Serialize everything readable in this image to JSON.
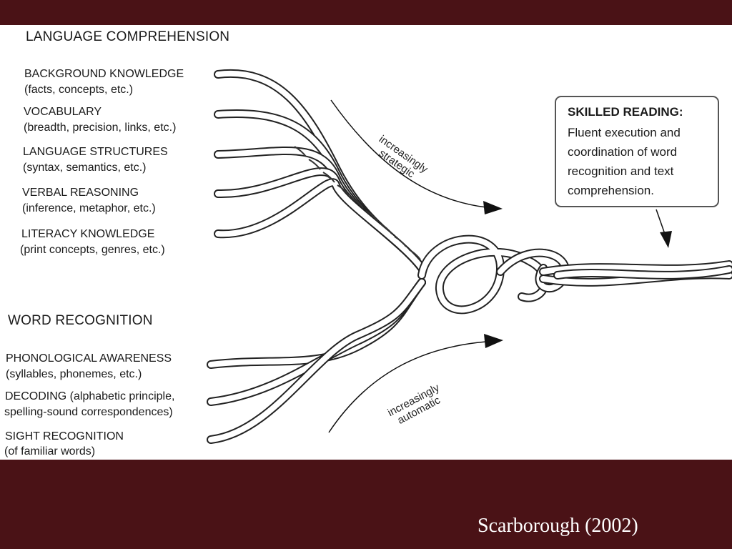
{
  "language_comprehension": {
    "heading": "LANGUAGE COMPREHENSION",
    "strands": [
      {
        "name": "BACKGROUND KNOWLEDGE",
        "detail": "(facts, concepts, etc.)"
      },
      {
        "name": "VOCABULARY",
        "detail": "(breadth, precision, links, etc.)"
      },
      {
        "name": "LANGUAGE STRUCTURES",
        "detail": "(syntax, semantics, etc.)"
      },
      {
        "name": "VERBAL REASONING",
        "detail": "(inference, metaphor, etc.)"
      },
      {
        "name": "LITERACY KNOWLEDGE",
        "detail": "(print concepts, genres, etc.)"
      }
    ]
  },
  "word_recognition": {
    "heading": "WORD RECOGNITION",
    "strands": [
      {
        "name": "PHONOLOGICAL AWARENESS",
        "detail": "(syllables, phonemes, etc.)"
      },
      {
        "name": "DECODING (alphabetic principle,",
        "detail": "spelling-sound correspondences)"
      },
      {
        "name": "SIGHT RECOGNITION",
        "detail": "(of familiar words)"
      }
    ]
  },
  "arrows": {
    "upper": {
      "line1": "increasingly",
      "line2": "strategic"
    },
    "lower": {
      "line1": "increasingly",
      "line2": "automatic"
    }
  },
  "skilled_reading": {
    "title": "SKILLED READING:",
    "lines": [
      "Fluent execution and",
      "coordination of word",
      "recognition and text",
      "comprehension."
    ]
  },
  "citation": "Scarborough (2002)",
  "colors": {
    "frame": "#4a1216",
    "panel": "#ffffff",
    "ink": "#1a1a1a"
  }
}
